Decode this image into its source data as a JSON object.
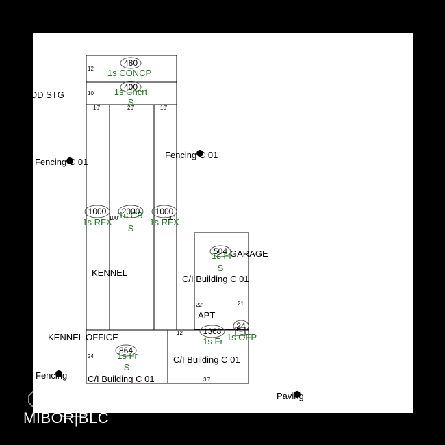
{
  "colors": {
    "background": "#000000",
    "sheet": "#ffffff",
    "wall": "#000000",
    "area_label": "#1a7a1a",
    "text": "#000000",
    "logo": "#ffffff"
  },
  "labels": {
    "top_concp_area": "480",
    "top_concp_type": "1s CONCP",
    "concrete_area": "400",
    "concrete_type": "1s Cncrt",
    "concrete_s": "S",
    "rfx_left_area": "1000",
    "rfx_left_type": "1s RFX",
    "cb_area": "2000",
    "cb_type": "1s CB",
    "cb_s": "S",
    "rfx_right_area": "1000",
    "rfx_right_type": "1s RFX",
    "garage_area": "504",
    "garage_type": "1s Fr",
    "garage_s": "S",
    "garage_name": "GARAGE",
    "garage_building": "C/I Building C 01",
    "apt_name": "APT",
    "apt_area": "1368",
    "apt_type": "1s Fr",
    "ofp_area": "24",
    "ofp_type": "1s OFP",
    "apt_building": "C/I Building C 01",
    "kennel": "KENNEL",
    "kennel_office": "KENNEL OFFICE",
    "office_area": "864",
    "office_type": "1s Fr",
    "office_s": "S",
    "office_building": "C/I Building C 01",
    "od_stg": "OD STG",
    "fencing_left": "Fencing C 01",
    "fencing_right": "Fencing C 01",
    "fencing_bottom": "Fencing",
    "paving": "Paving"
  },
  "dimensions": {
    "d12": "12'",
    "d10a": "10'",
    "d10b": "10'",
    "d20": "20'",
    "d10c": "10'",
    "d100a": "100'",
    "d100b": "100'",
    "d22": "22'",
    "d21": "21'",
    "d12b": "12'",
    "d24": "24'",
    "d36": "36'"
  },
  "logo": {
    "text": "MIBOR|BLC"
  }
}
